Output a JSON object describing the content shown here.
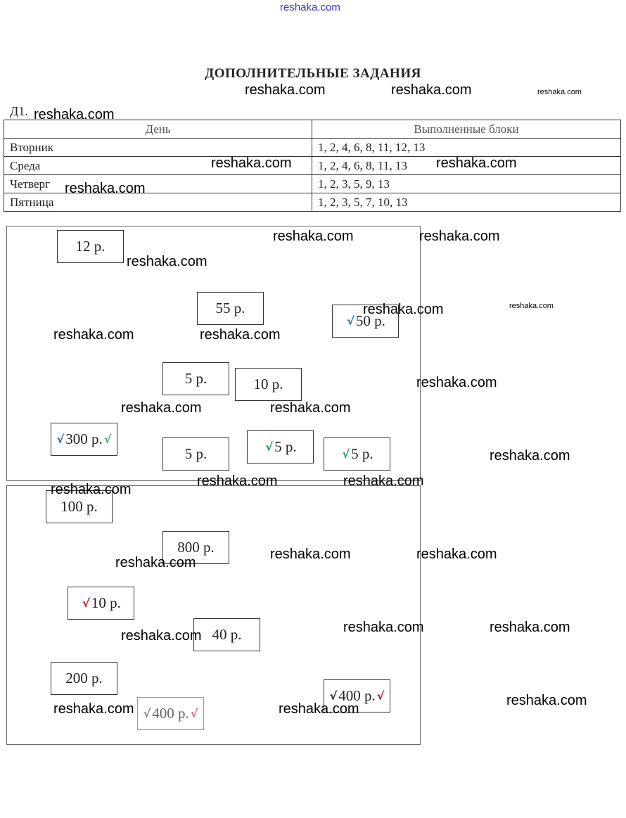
{
  "watermark": "reshaka.com",
  "title": "ДОПОЛНИТЕЛЬНЫЕ ЗАДАНИЯ",
  "task_label": "Д1.",
  "table": {
    "headers": [
      "День",
      "Выполненные блоки"
    ],
    "rows": [
      [
        "Вторник",
        "1, 2, 4, 6, 8, 11, 12, 13"
      ],
      [
        "Среда",
        "1, 2, 4, 6, 8, 11, 13"
      ],
      [
        "Четверг",
        "1, 2, 3, 5, 9, 13"
      ],
      [
        "Пятница",
        "1, 2, 3, 5, 7, 10, 13"
      ]
    ]
  },
  "panel1": {
    "boxes": [
      {
        "label": "12 р.",
        "ticks": []
      },
      {
        "label": "55 р.",
        "ticks": []
      },
      {
        "label": "50 р.",
        "ticks": [
          {
            "color": "#1a6fb0",
            "side": "left"
          }
        ]
      },
      {
        "label": "5 р.",
        "ticks": []
      },
      {
        "label": "10 р.",
        "ticks": []
      },
      {
        "label": "300 р.",
        "ticks": [
          {
            "color": "#1a6fb0",
            "side": "left"
          },
          {
            "color": "#3cb878",
            "side": "right"
          }
        ]
      },
      {
        "label": "5 р.",
        "ticks": []
      },
      {
        "label": "5 р.",
        "ticks": [
          {
            "color": "#1a9c50",
            "side": "left"
          }
        ]
      },
      {
        "label": "5 р.",
        "ticks": [
          {
            "color": "#1a9c50",
            "side": "left"
          }
        ]
      }
    ]
  },
  "panel2": {
    "boxes": [
      {
        "label": "100 р.",
        "ticks": []
      },
      {
        "label": "800 р.",
        "ticks": []
      },
      {
        "label": "10 р.",
        "ticks": [
          {
            "color": "#c8102e",
            "side": "left"
          }
        ]
      },
      {
        "label": "40 р.",
        "ticks": []
      },
      {
        "label": "200 р.",
        "ticks": []
      },
      {
        "label": "400 р.",
        "ticks": [
          {
            "color": "#777777",
            "side": "left"
          },
          {
            "color": "#e06070",
            "side": "right"
          }
        ]
      },
      {
        "label": "400 р.",
        "ticks": [
          {
            "color": "#222222",
            "side": "left"
          },
          {
            "color": "#c8102e",
            "side": "right"
          }
        ]
      }
    ]
  }
}
